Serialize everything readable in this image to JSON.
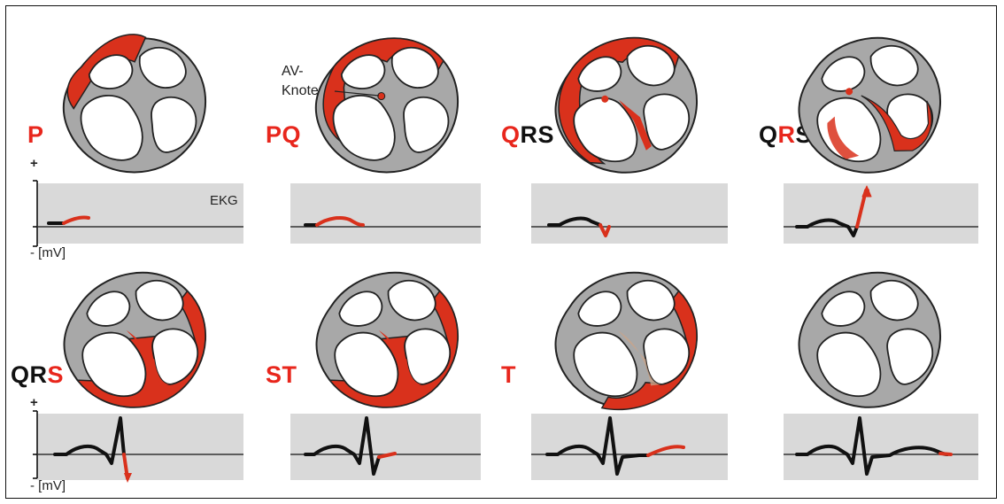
{
  "phases": [
    {
      "parts": [
        {
          "text": "P",
          "red": true
        }
      ]
    },
    {
      "parts": [
        {
          "text": "PQ",
          "red": true
        }
      ]
    },
    {
      "parts": [
        {
          "text": "Q",
          "red": true
        },
        {
          "text": "RS",
          "red": false
        }
      ]
    },
    {
      "parts": [
        {
          "text": "Q",
          "red": false
        },
        {
          "text": "R",
          "red": true
        },
        {
          "text": "S",
          "red": false
        }
      ]
    },
    {
      "parts": [
        {
          "text": "QR",
          "red": false
        },
        {
          "text": "S",
          "red": true
        }
      ]
    },
    {
      "parts": [
        {
          "text": "ST",
          "red": true
        }
      ]
    },
    {
      "parts": [
        {
          "text": "T",
          "red": true
        }
      ]
    },
    {
      "parts": []
    }
  ],
  "annotations": {
    "av_node_line1": "AV-",
    "av_node_line2": "Knoten",
    "ekg_label": "EKG",
    "axis_plus": "+",
    "axis_minus": "- [mV]"
  },
  "colors": {
    "excited": "#d9311c",
    "resting": "#a8a8a8",
    "trace": "#111111",
    "ekg_background": "#d9d9d9"
  }
}
